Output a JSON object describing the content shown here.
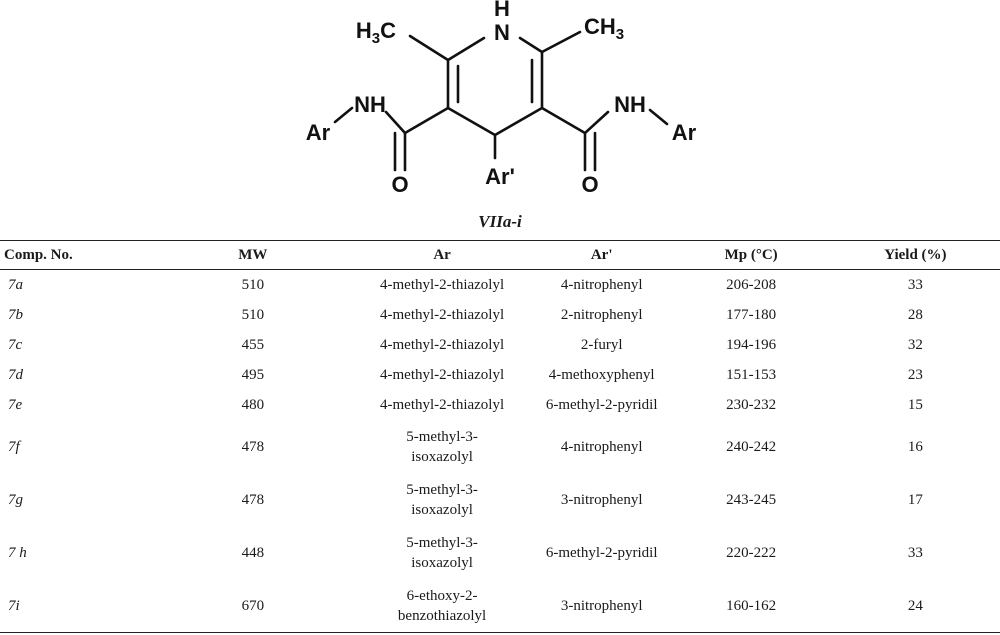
{
  "structure": {
    "labels": {
      "n_h": "H",
      "n": "N",
      "ch3_left": "H3C",
      "ch3_right": "CH3",
      "nh_left": "NH",
      "nh_right": "NH",
      "ar_left": "Ar",
      "ar_right": "Ar",
      "ar_prime": "Ar'",
      "o_left": "O",
      "o_right": "O"
    },
    "caption": "VIIa-i"
  },
  "table": {
    "headers": [
      "Comp. No.",
      "MW",
      "Ar",
      "Ar'",
      "Mp (°C)",
      "Yield (%)"
    ],
    "rows": [
      {
        "comp": "7a",
        "mw": "510",
        "ar": [
          "4-methyl-2-thiazolyl"
        ],
        "arp": "4-nitrophenyl",
        "mp": "206-208",
        "yield": "33"
      },
      {
        "comp": "7b",
        "mw": "510",
        "ar": [
          "4-methyl-2-thiazolyl"
        ],
        "arp": "2-nitrophenyl",
        "mp": "177-180",
        "yield": "28"
      },
      {
        "comp": "7c",
        "mw": "455",
        "ar": [
          "4-methyl-2-thiazolyl"
        ],
        "arp": "2-furyl",
        "mp": "194-196",
        "yield": "32"
      },
      {
        "comp": "7d",
        "mw": "495",
        "ar": [
          "4-methyl-2-thiazolyl"
        ],
        "arp": "4-methoxyphenyl",
        "mp": "151-153",
        "yield": "23"
      },
      {
        "comp": "7e",
        "mw": "480",
        "ar": [
          "4-methyl-2-thiazolyl"
        ],
        "arp": "6-methyl-2-pyridil",
        "mp": "230-232",
        "yield": "15"
      },
      {
        "comp": "7f",
        "mw": "478",
        "ar": [
          "5-methyl-3-",
          "isoxazolyl"
        ],
        "arp": "4-nitrophenyl",
        "mp": "240-242",
        "yield": "16"
      },
      {
        "comp": "7g",
        "mw": "478",
        "ar": [
          "5-methyl-3-",
          "isoxazolyl"
        ],
        "arp": "3-nitrophenyl",
        "mp": "243-245",
        "yield": "17"
      },
      {
        "comp": "7 h",
        "mw": "448",
        "ar": [
          "5-methyl-3-",
          "isoxazolyl"
        ],
        "arp": "6-methyl-2-pyridil",
        "mp": "220-222",
        "yield": "33"
      },
      {
        "comp": "7i",
        "mw": "670",
        "ar": [
          "6-ethoxy-2-",
          "benzothiazolyl"
        ],
        "arp": "3-nitrophenyl",
        "mp": "160-162",
        "yield": "24"
      }
    ]
  }
}
